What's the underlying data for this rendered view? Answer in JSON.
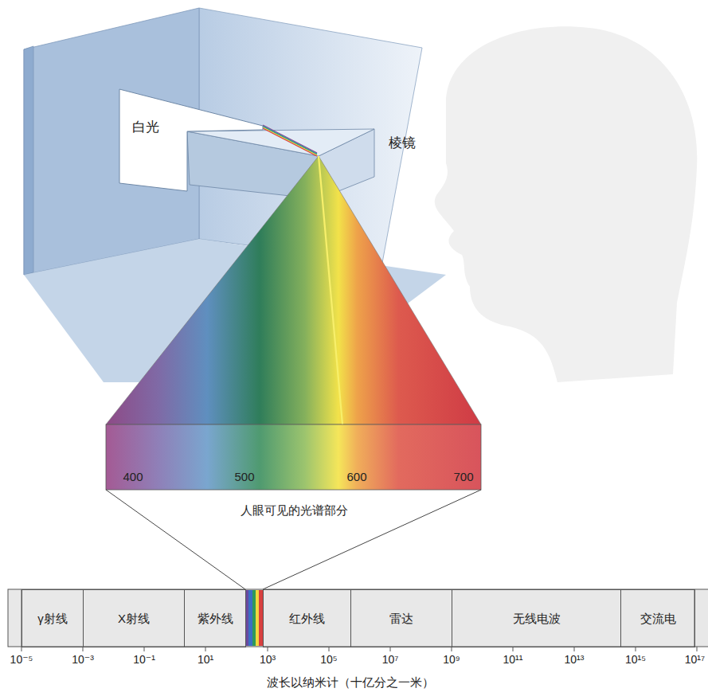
{
  "diagram": {
    "nodes": [
      {
        "text": [
          "白光"
        ]
      },
      {
        "text": [
          "γ射线"
        ]
      },
      {
        "text": [
          "X射线"
        ]
      },
      {
        "text": [
          "紫外线"
        ]
      },
      {
        "text": [
          "红外线"
        ]
      },
      {
        "text": [
          "雷达"
        ]
      },
      {
        "text": [
          "无线电波"
        ]
      },
      {
        "text": [
          "交流电"
        ]
      }
    ],
    "labels": [
      "棱镜",
      "400",
      "500",
      "600",
      "700",
      "人眼可见的光谱部分",
      "10⁻⁵",
      "10⁻³",
      "10⁻¹",
      "10¹",
      "10³",
      "10⁵",
      "10⁷",
      "10⁹",
      "10¹¹",
      "10¹³",
      "10¹⁵",
      "10¹⁷",
      "波长以纳米计（十亿分之一米）"
    ]
  }
}
